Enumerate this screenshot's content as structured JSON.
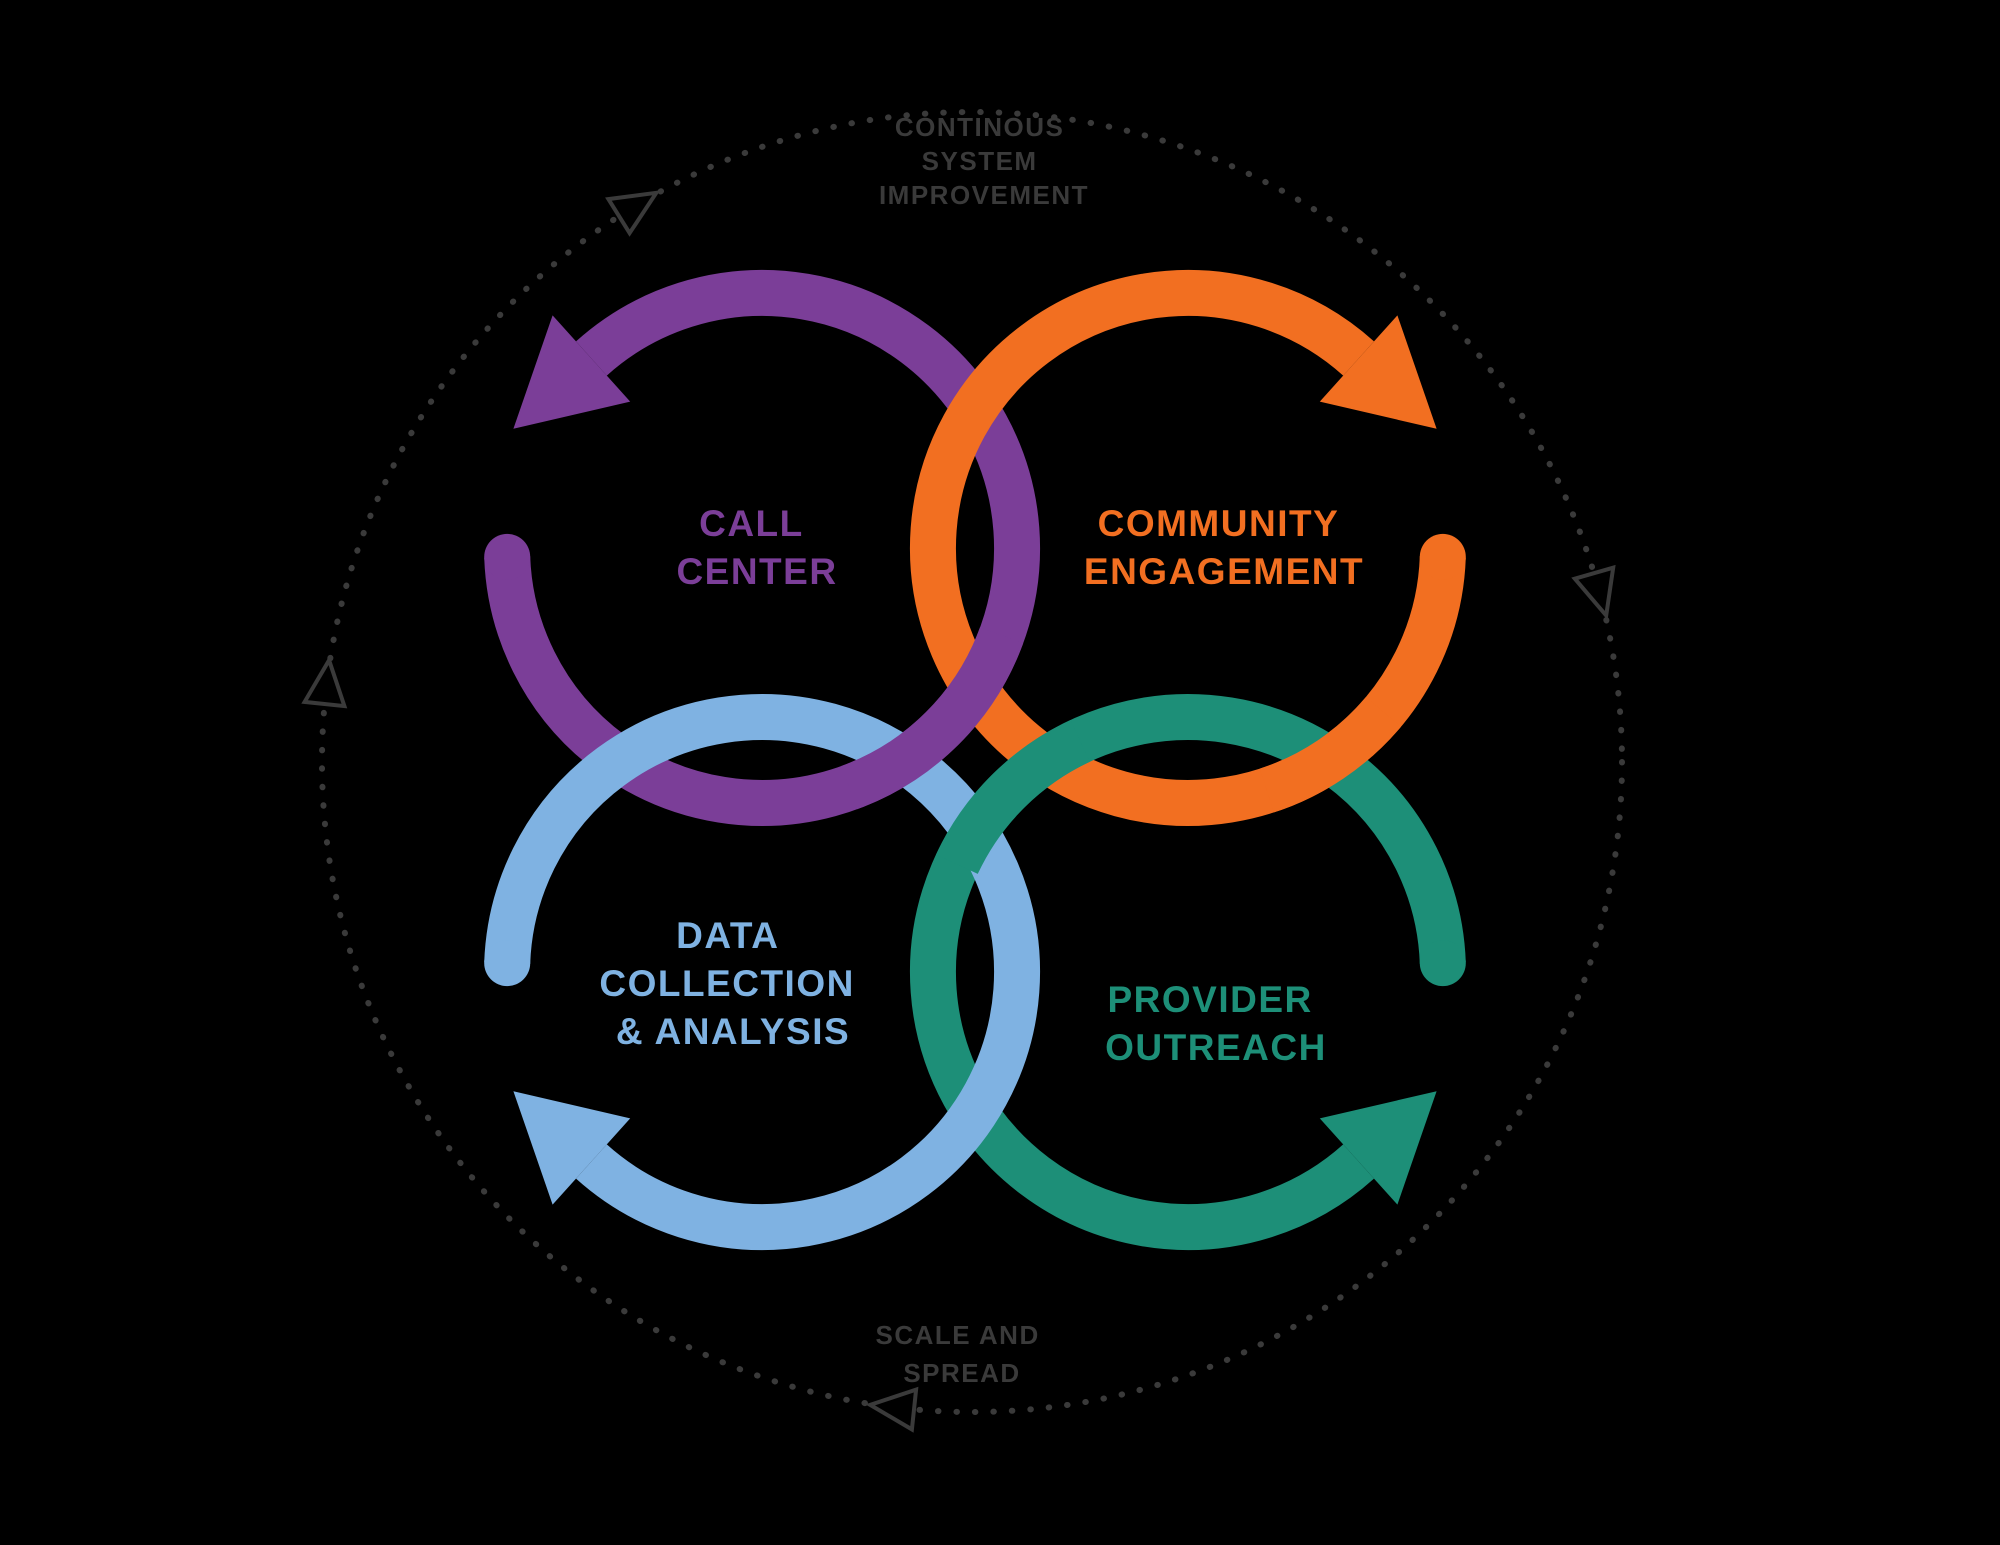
{
  "background": "#000000",
  "diagram": {
    "title": "Four-loop continuous improvement cycle",
    "outer_ring": {
      "color": "#3a3a3a",
      "label_top": {
        "lines": [
          "CONTINOUS",
          "SYSTEM",
          "IMPROVEMENT"
        ]
      },
      "label_bottom": {
        "lines": [
          "SCALE AND",
          "SPREAD"
        ]
      }
    },
    "loops": [
      {
        "id": "call-center",
        "position": "top-left",
        "color": "#7b3e98",
        "label_lines": [
          "CALL",
          "CENTER"
        ]
      },
      {
        "id": "community-engagement",
        "position": "top-right",
        "color": "#f26f21",
        "label_lines": [
          "COMMUNITY",
          "ENGAGEMENT"
        ]
      },
      {
        "id": "data-collection-analysis",
        "position": "bottom-left",
        "color": "#7fb2e2",
        "label_lines": [
          "DATA",
          "COLLECTION",
          "& ANALYSIS"
        ]
      },
      {
        "id": "provider-outreach",
        "position": "bottom-right",
        "color": "#1d8f78",
        "label_lines": [
          "PROVIDER",
          "OUTREACH"
        ]
      }
    ]
  }
}
